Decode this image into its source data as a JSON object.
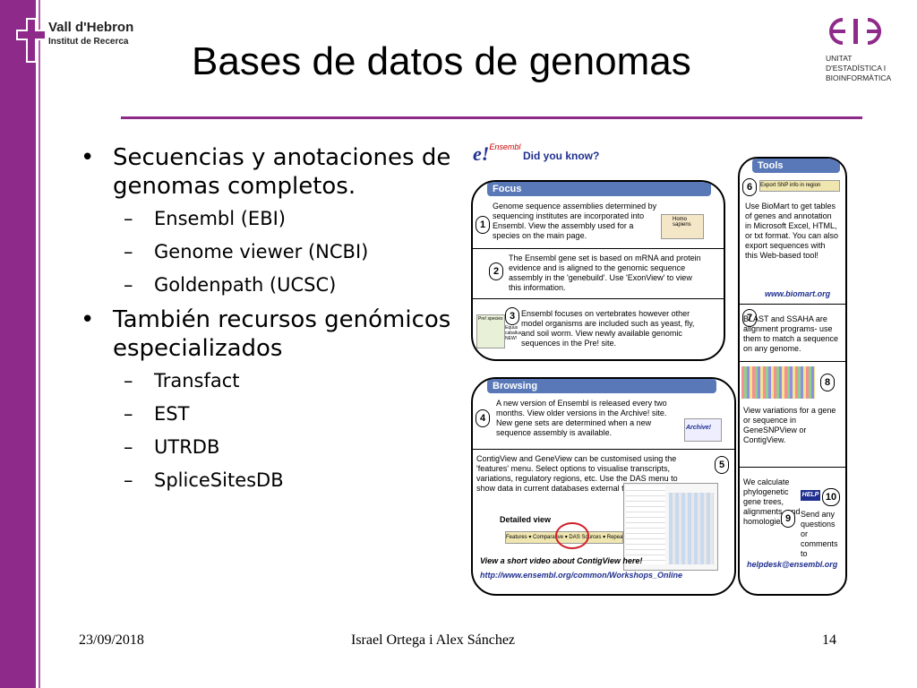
{
  "header": {
    "logo_left": {
      "line1": "Vall d'Hebron",
      "line2": "Institut de Recerca"
    },
    "logo_right": {
      "line1": "UNITAT",
      "line2": "D'ESTADÍSTICA I",
      "line3": "BIOINFORMÀTICA"
    },
    "title": "Bases de datos de genomas"
  },
  "content": {
    "bullets": [
      {
        "text": "Secuencias y anotaciones de genomas completos.",
        "sub": [
          "Ensembl (EBI)",
          "Genome viewer (NCBI)",
          "Goldenpath (UCSC)"
        ]
      },
      {
        "text": "También recursos genómicos especializados",
        "sub": [
          "Transfact",
          "EST",
          "UTRDB",
          "SpliceSitesDB"
        ]
      }
    ]
  },
  "poster": {
    "brand": "e!",
    "brand_sub": "Ensembl",
    "heading": "Did you know?",
    "focus_label": "Focus",
    "browsing_label": "Browsing",
    "tools_label": "Tools",
    "n1": "1",
    "n2": "2",
    "n3": "3",
    "n4": "4",
    "n5": "5",
    "n6": "6",
    "n7": "7",
    "n8": "8",
    "n9": "9",
    "n10": "10",
    "t1": "Genome sequence assemblies determined by sequencing institutes are incorporated into Ensembl. View the assembly used for a species on the main page.",
    "t2": "The Ensembl gene set is based on mRNA and protein evidence and is aligned to the genomic sequence assembly in the 'genebuild'. Use 'ExonView' to view this information.",
    "t3": "Ensembl focuses on vertebrates however other model organisms are included such as yeast, fly, and soil worm. View newly available genomic sequences in the Pre! site.",
    "t4": "A new version of Ensembl is released every two months. View older versions in the Archive! site. New gene sets are determined when a new sequence assembly is available.",
    "t5": "ContigView and GeneView can be customised using the 'features' menu. Select options to visualise transcripts, variations, regulatory regions, etc. Use the DAS menu to show data in current databases external to Ensembl.",
    "detailed": "Detailed view",
    "menu_bar": "Features ▾  Comparative ▾  DAS Sources ▾  Repeats ▾",
    "video": "View a short video about ContigView here!",
    "url1": "http://www.ensembl.org/common/Workshops_Online",
    "export": "Export SNP info in region",
    "t6": "Use BioMart to get tables of genes and annotation in Microsoft Excel, HTML, or txt format. You can also export sequences with this Web-based tool!",
    "url2": "www.biomart.org",
    "t7": "BLAST and SSAHA are alignment programs- use them to match a sequence on any genome.",
    "t8": "View variations for a gene or sequence in GeneSNPView or ContigView.",
    "t9": "We calculate phylogenetic gene trees, alignments, and homologies.",
    "help": "HELP",
    "t10": "Send any questions or comments to",
    "mail": "helpdesk@ensembl.org",
    "homo": "Homo sapiens",
    "pre": "Pre! species",
    "pre_list": "Equus caballus NEW!",
    "archive": "Archive!"
  },
  "footer": {
    "date": "23/09/2018",
    "authors": "Israel Ortega i Alex Sánchez",
    "page": "14"
  },
  "colors": {
    "accent": "#8e2a8a",
    "panel_head": "#5878b8"
  }
}
